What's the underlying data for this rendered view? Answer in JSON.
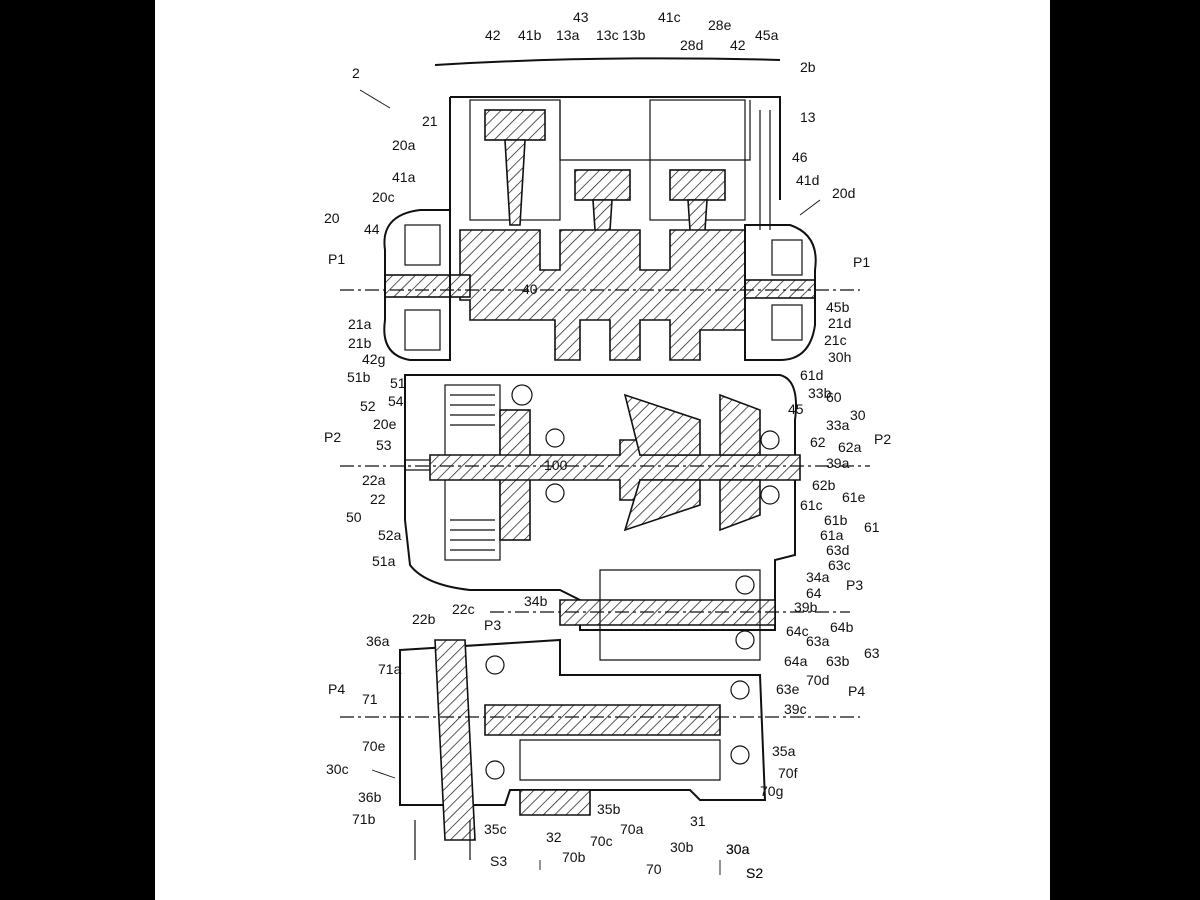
{
  "figure": {
    "callouts": {
      "top": [
        "42",
        "41b",
        "13a",
        "43",
        "13c",
        "13b",
        "41c",
        "28e",
        "28d",
        "42",
        "45a"
      ],
      "right": [
        "2b",
        "13",
        "46",
        "41d",
        "20d",
        "P1",
        "45b",
        "21d",
        "21c",
        "30h",
        "61d",
        "33b",
        "60",
        "45",
        "30",
        "33a",
        "62",
        "62a",
        "P2",
        "39a",
        "62b",
        "61e",
        "61c",
        "61b",
        "61a",
        "61",
        "63d",
        "63c",
        "34a",
        "P3",
        "64",
        "39b",
        "64b",
        "64c",
        "63a",
        "63b",
        "63",
        "64a",
        "70d",
        "63e",
        "P4",
        "39c",
        "35a",
        "70f",
        "70g",
        "30a",
        "S2"
      ],
      "left": [
        "2",
        "21",
        "20a",
        "41a",
        "20c",
        "20",
        "44",
        "P1",
        "21a",
        "21b",
        "42g",
        "51b",
        "51",
        "54",
        "52",
        "20e",
        "53",
        "P2",
        "22a",
        "22",
        "50",
        "52a",
        "51a",
        "22b",
        "22c",
        "34b",
        "P3",
        "36a",
        "71a",
        "P4",
        "71",
        "70e",
        "30c",
        "36b",
        "71b"
      ],
      "bottom": [
        "35c",
        "32",
        "70b",
        "70c",
        "35b",
        "70a",
        "31",
        "30b",
        "70",
        "30a",
        "S3",
        "S2"
      ],
      "center": [
        "40",
        "100"
      ]
    }
  }
}
